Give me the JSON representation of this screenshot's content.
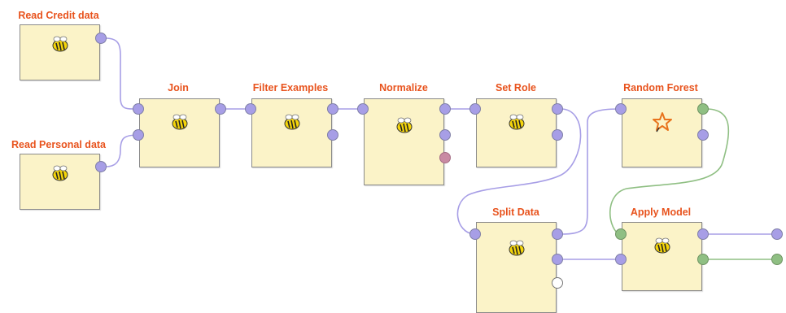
{
  "process": {
    "operators": [
      {
        "id": "read-credit",
        "label": "Read Credit data",
        "icon": "bee-icon"
      },
      {
        "id": "read-personal",
        "label": "Read Personal data",
        "icon": "bee-icon"
      },
      {
        "id": "join",
        "label": "Join",
        "icon": "bee-icon"
      },
      {
        "id": "filter",
        "label": "Filter Examples",
        "icon": "bee-icon"
      },
      {
        "id": "normalize",
        "label": "Normalize",
        "icon": "bee-icon"
      },
      {
        "id": "set-role",
        "label": "Set Role",
        "icon": "bee-icon"
      },
      {
        "id": "random-forest",
        "label": "Random Forest",
        "icon": "star-icon"
      },
      {
        "id": "split-data",
        "label": "Split Data",
        "icon": "bee-icon"
      },
      {
        "id": "apply-model",
        "label": "Apply Model",
        "icon": "bee-icon"
      }
    ]
  },
  "colors": {
    "label": "#e8531d",
    "operator_fill": "#fbf3c8",
    "example_port": "#a79ee6",
    "model_port": "#8fbf83",
    "data_wire": "#a79ee6",
    "model_wire": "#8fbf83"
  }
}
